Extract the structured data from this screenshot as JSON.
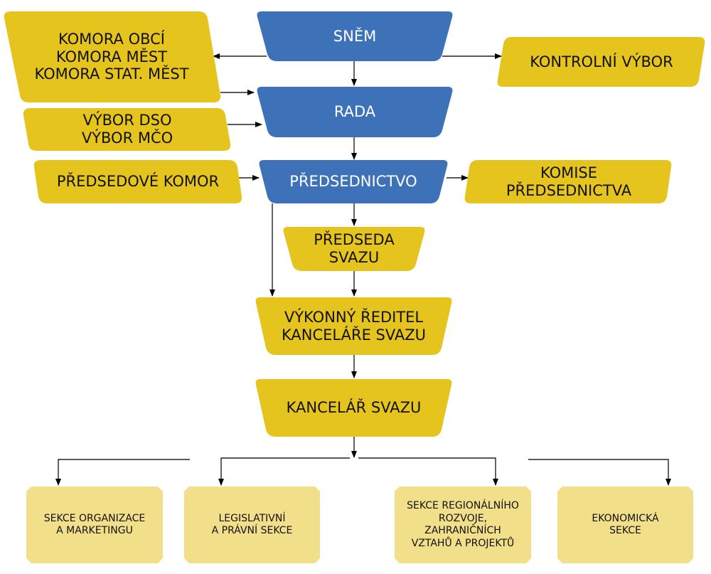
{
  "colors": {
    "blue": "#3d72b8",
    "yellow": "#e6c41e",
    "section": "#f2df8a",
    "text_dark": "#111111",
    "text_light": "#ffffff",
    "line": "#333333"
  },
  "nodes": {
    "snem": "SNĚM",
    "rada": "RADA",
    "predsednictvo": "PŘEDSEDNICTVO",
    "komory": "KOMORA OBCÍ\nKOMORA MĚST\nKOMORA STAT. MĚST",
    "kontrolni_vybor": "KONTROLNÍ VÝBOR",
    "vybory": "VÝBOR DSO\nVÝBOR MČO",
    "predsedove_komor": "PŘEDSEDOVÉ KOMOR",
    "komise": "KOMISE\nPŘEDSEDNICTVA",
    "predseda": "PŘEDSEDA\nSVAZU",
    "reditel": "VÝKONNÝ ŘEDITEL\nKANCELÁŘE SVAZU",
    "kancelar": "KANCELÁŘ SVAZU"
  },
  "sections": [
    "SEKCE ORGANIZACE\nA MARKETINGU",
    "LEGISLATIVNÍ\nA PRÁVNÍ SEKCE",
    "SEKCE REGIONÁLNÍHO\nROZVOJE,\nZAHRANIČNÍCH\nVZTAHŮ A PROJEKTŮ",
    "EKONOMICKÁ\nSEKCE"
  ]
}
